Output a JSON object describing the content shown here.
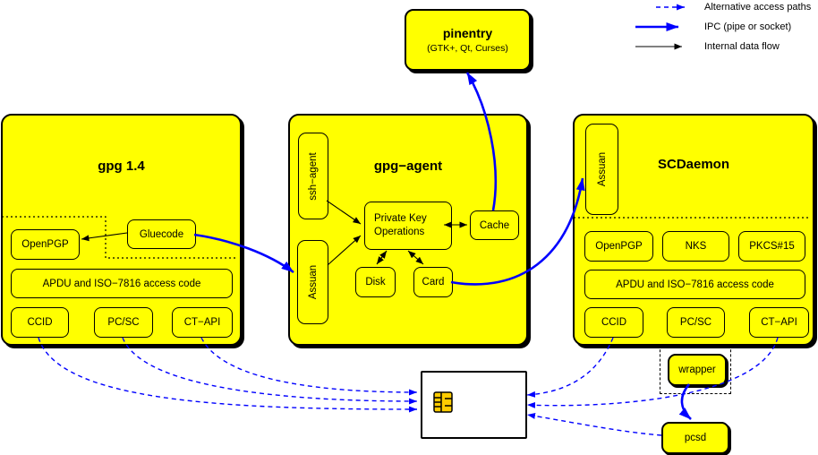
{
  "legend": {
    "items": [
      {
        "label": "Alternative access paths",
        "style": "dashed-blue-arrow"
      },
      {
        "label": "IPC (pipe or socket)",
        "style": "solid-blue-thick-arrow"
      },
      {
        "label": "Internal data flow",
        "style": "solid-black-thin-arrow"
      }
    ]
  },
  "colors": {
    "component_fill": "#ffff00",
    "ipc_blue": "#0000ff",
    "alt_path_blue": "#0000ff",
    "flow_black": "#000000",
    "card_body": "#ffffff",
    "chip_gold": "#ffcc00"
  },
  "pinentry": {
    "title": "pinentry",
    "subtitle": "(GTK+, Qt, Curses)"
  },
  "gpg14": {
    "title": "gpg 1.4",
    "openpgp": "OpenPGP",
    "gluecode": "Gluecode",
    "apdu": "APDU and ISO−7816 access code",
    "ccid": "CCID",
    "pcsc": "PC/SC",
    "ctapi": "CT−API"
  },
  "agent": {
    "title": "gpg−agent",
    "ssh_agent": "ssh−agent",
    "assuan": "Assuan",
    "pko_line1": "Private Key",
    "pko_line2": "Operations",
    "cache": "Cache",
    "disk": "Disk",
    "card": "Card"
  },
  "scdaemon": {
    "title": "SCDaemon",
    "assuan": "Assuan",
    "openpgp": "OpenPGP",
    "nks": "NKS",
    "pkcs15": "PKCS#15",
    "apdu": "APDU and ISO−7816 access code",
    "ccid": "CCID",
    "pcsc": "PC/SC",
    "ctapi": "CT−API"
  },
  "bottom": {
    "wrapper": "wrapper",
    "pcsd": "pcsd"
  }
}
